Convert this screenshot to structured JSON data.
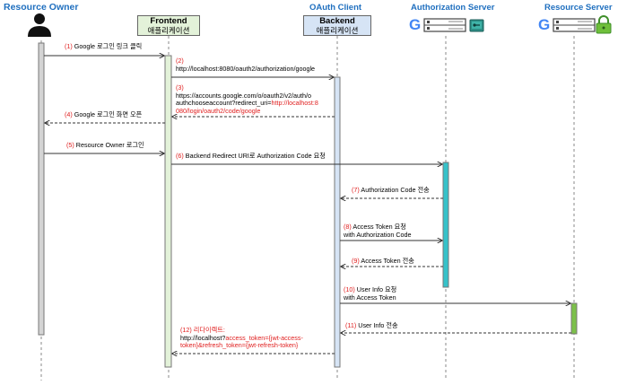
{
  "participants": {
    "resource_owner": {
      "title": "Resource Owner"
    },
    "frontend": {
      "title": "Frontend",
      "subtitle": "애플리케이션"
    },
    "backend": {
      "top_label": "OAuth Client",
      "title": "Backend",
      "subtitle": "애플리케이션"
    },
    "auth_server": {
      "title": "Authorization Server",
      "brand_glyph": "G"
    },
    "resource_server": {
      "title": "Resource Server",
      "brand_glyph": "G"
    }
  },
  "colors": {
    "blue_title": "#1f6fbf",
    "frontend_fill": "#e3f2d9",
    "backend_fill": "#d6e4f5",
    "auth_activation": "#36c2c9",
    "resource_activation": "#7cc04a",
    "owner_activation": "#d4d4d4",
    "message_red": "#e02020"
  },
  "messages": [
    {
      "num": "(1)",
      "lines": [
        "Google 로그인 링크 클릭"
      ]
    },
    {
      "num": "(2)",
      "lines": [
        "http://localhost:8080/oauth2/authorization/google"
      ]
    },
    {
      "num": "(3)",
      "lines": [
        "https://accounts.google.com/o/oauth2/v2/auth/o",
        "authchooseaccount?redirect_uri=",
        "080/login/oauth2/code/google"
      ],
      "red_parts": [
        "http://localhost:8"
      ]
    },
    {
      "num": "(4)",
      "lines": [
        "Google 로그인 화면 오픈"
      ]
    },
    {
      "num": "(5)",
      "lines": [
        "Resource Owner 로그인"
      ]
    },
    {
      "num": "(6)",
      "lines": [
        "Backend Redirect URI로 Authorization Code 요청"
      ]
    },
    {
      "num": "(7)",
      "lines": [
        "Authorization Code 전송"
      ]
    },
    {
      "num": "(8)",
      "lines": [
        "Access Token 요청",
        "with Authorization Code"
      ]
    },
    {
      "num": "(9)",
      "lines": [
        "Access Token 전송"
      ]
    },
    {
      "num": "(10)",
      "lines": [
        "User Info 요청",
        "with Access Token"
      ]
    },
    {
      "num": "(11)",
      "lines": [
        "User Info 전송"
      ]
    },
    {
      "num": "(12)",
      "lines": [
        "리다이렉트:",
        "http://localhost?",
        "token}&refresh_token={jwt-refresh-token}"
      ],
      "red_parts": [
        "access_token={jwt-access-"
      ]
    }
  ]
}
